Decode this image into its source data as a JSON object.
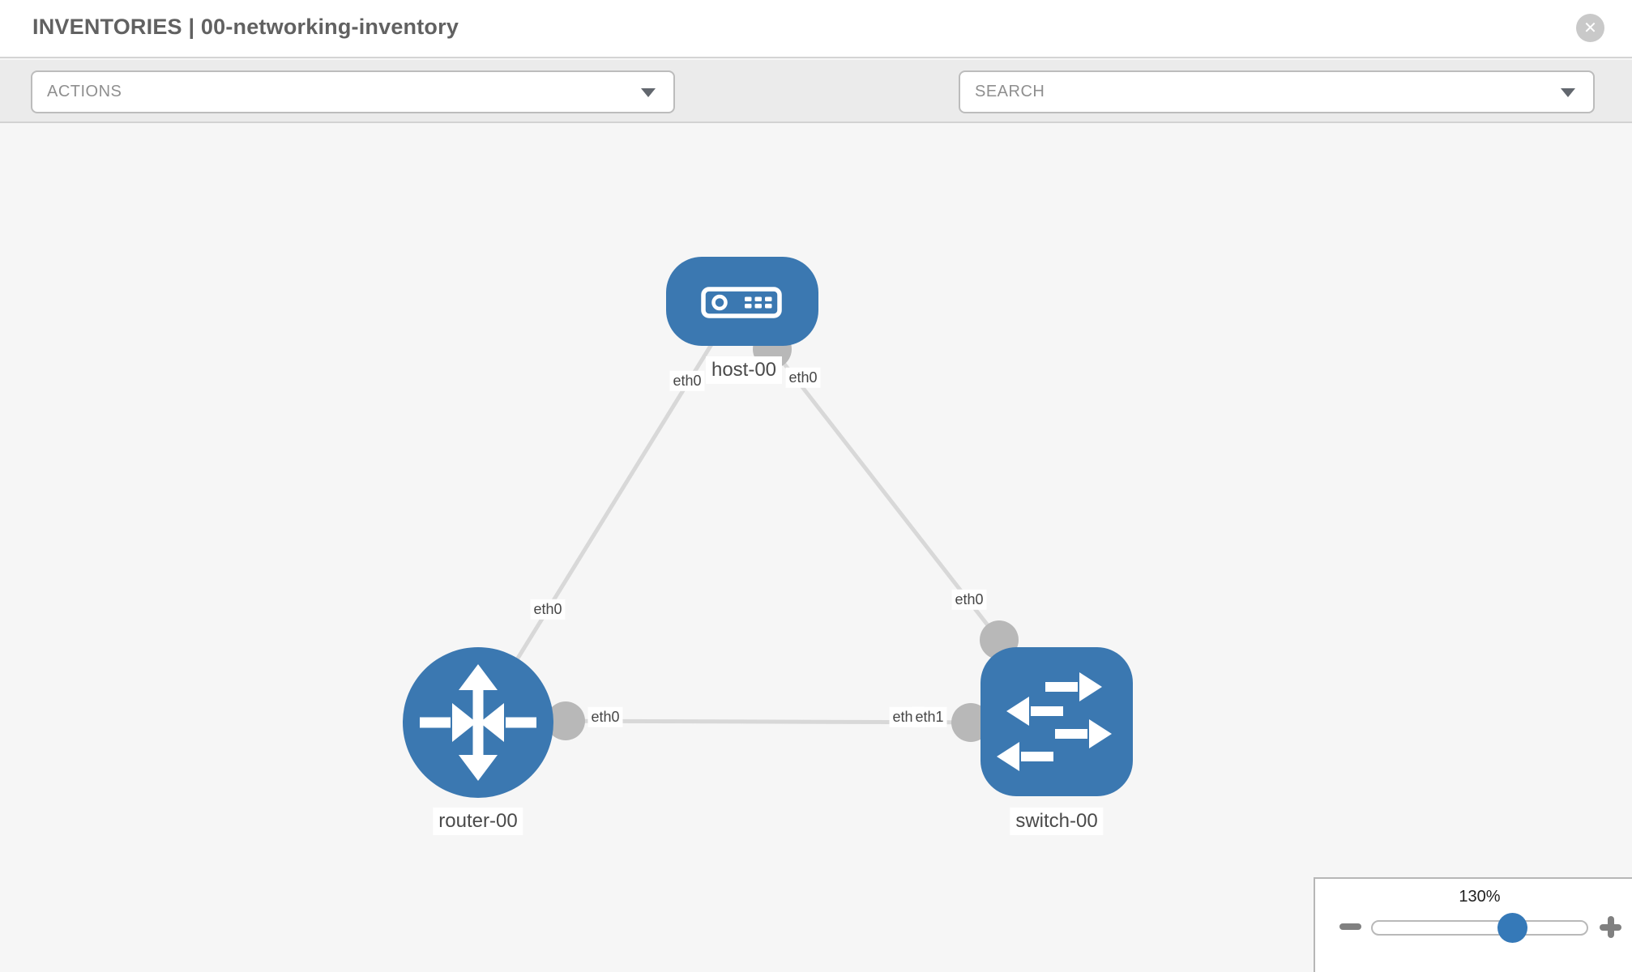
{
  "header": {
    "title": "INVENTORIES | 00-networking-inventory",
    "close_glyph": "✕"
  },
  "toolbar": {
    "actions_label": "ACTIONS",
    "search_label": "SEARCH",
    "icons": [
      "wrench-icon",
      "key-icon"
    ]
  },
  "topology": {
    "nodes": [
      {
        "id": "host-00",
        "type": "host",
        "label": "host-00"
      },
      {
        "id": "router-00",
        "type": "router",
        "label": "router-00"
      },
      {
        "id": "switch-00",
        "type": "switch",
        "label": "switch-00"
      }
    ],
    "links": [
      {
        "from": "host-00",
        "from_iface": "eth0",
        "to": "router-00",
        "to_iface": "eth0"
      },
      {
        "from": "host-00",
        "from_iface": "eth0",
        "to": "switch-00",
        "to_iface": "eth0"
      },
      {
        "from": "router-00",
        "from_iface": "eth0",
        "to": "switch-00",
        "to_iface": "eth1"
      }
    ],
    "iface_labels": {
      "link1_host": "eth0",
      "link1_router": "eth0",
      "link2_host": "eth0",
      "link2_switch": "eth0",
      "link3_router": "eth0",
      "link3_switch_back": "eth0",
      "link3_switch_front": "eth1"
    }
  },
  "zoom_control": {
    "level": "130%"
  },
  "colors": {
    "node_blue": "#3b78b1",
    "link_gray": "#d8d8d8",
    "port_gray": "#b8b8b8",
    "toolbar_gray": "#ebebeb",
    "canvas_gray": "#f6f6f6"
  }
}
